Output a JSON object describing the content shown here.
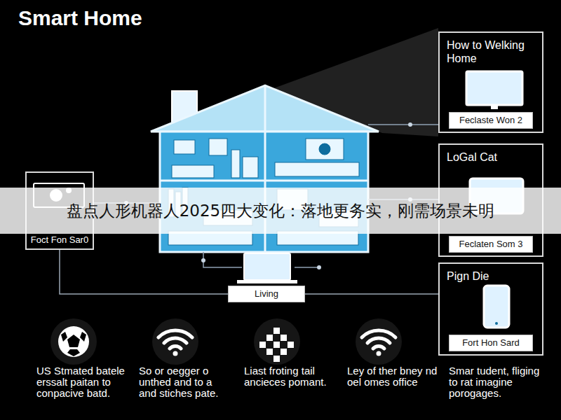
{
  "diagram": {
    "title": "Smart Home",
    "nodes": [
      {
        "text": [
          "How to Welking Home"
        ]
      },
      {
        "text": [
          "Feclaste Won 2"
        ],
        "in": 0
      },
      {
        "text": [
          "LoGal Cat"
        ]
      },
      {
        "text": [
          "Feclaten Som 3"
        ],
        "in": 2
      },
      {
        "text": [
          "Pign Die"
        ]
      },
      {
        "text": [
          "Fort Hon Sard"
        ],
        "in": 4
      },
      {
        "text": [
          "Foct Fon Sar0"
        ]
      },
      {
        "text": [
          "Living"
        ]
      },
      {
        "text": [
          "盘点人形机器人2025四大变化：落地更务实，刚需场景未明"
        ]
      }
    ],
    "edges": [
      {
        "from": 7,
        "to": 4,
        "arrow": "none"
      },
      {
        "from": 6,
        "to": 7,
        "arrow": "none"
      }
    ],
    "labels": [
      "US Stmated batele erssalt paitan to conpacive batd.",
      "So or oegger o unthed and to a and stiches pate.",
      "Liast froting tail ancieces pomant.",
      "Ley of ther bney nd oel omes office",
      "Smar tudent, fliging to rat imagine porogages."
    ]
  }
}
